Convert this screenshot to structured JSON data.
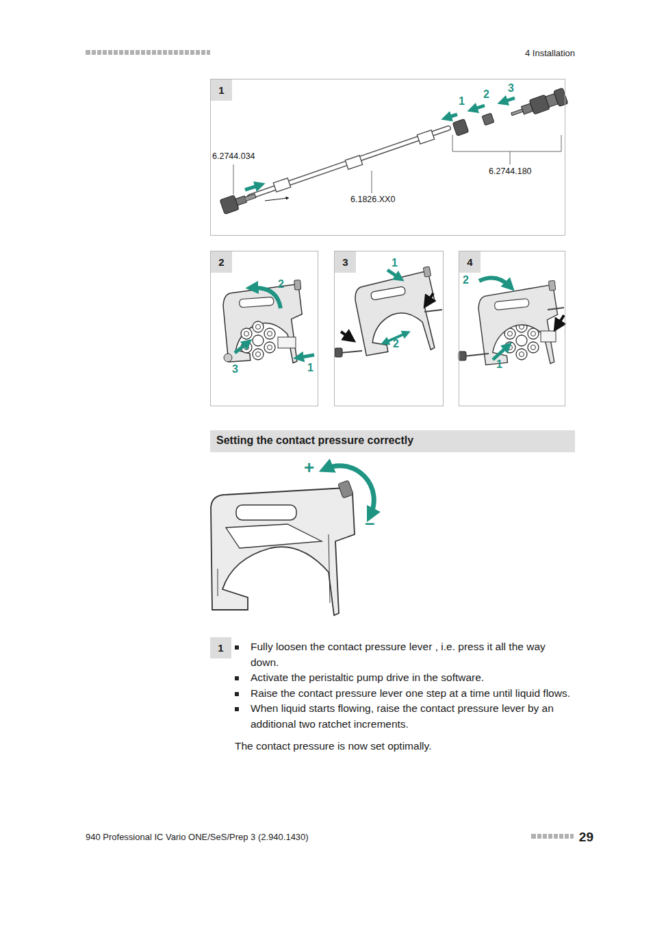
{
  "diagram": {
    "nodes": [
      {
        "text": [
          "1"
        ]
      },
      {
        "text": [
          "2"
        ]
      },
      {
        "text": [
          "3"
        ]
      },
      {
        "text": [
          "4"
        ]
      },
      {
        "text": [
          "Setting the contact pressure correctly"
        ]
      },
      {
        "text": [
          "1"
        ]
      }
    ],
    "labels": [
      "4 Installation",
      "1",
      "2",
      "3",
      "6.2744.034",
      "6.2744.180",
      "6.1826.XX0",
      "2",
      "1",
      "3",
      "1",
      "2",
      "2",
      "1",
      "+",
      "–",
      "Fully loosen the contact pressure lever , i.e. press it all the way down.",
      "Activate the peristaltic pump drive in the software.",
      "Raise the contact pressure lever one step at a time until liquid flows.",
      "When liquid starts flowing, raise the contact pressure lever by an additional two ratchet increments.",
      "The contact pressure is now set optimally.",
      "940 Professional IC Vario ONE/SeS/Prep 3 (2.940.1430)",
      "29"
    ]
  }
}
